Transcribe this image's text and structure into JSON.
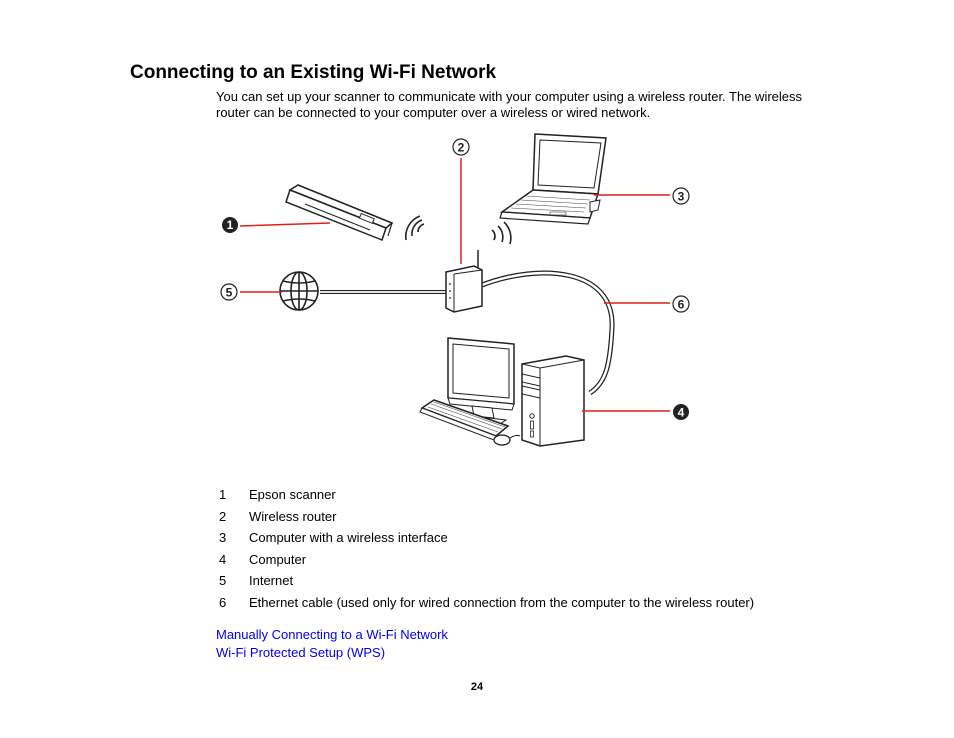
{
  "page": {
    "title": "Connecting to an Existing Wi-Fi Network",
    "intro": "You can set up your scanner to communicate with your computer using a wireless router. The wireless router can be connected to your computer over a wireless or wired network.",
    "page_number": "24"
  },
  "diagram": {
    "callouts": [
      "1",
      "2",
      "3",
      "4",
      "5",
      "6"
    ],
    "accent_color": "#e0201a"
  },
  "legend": [
    {
      "num": "1",
      "label": "Epson scanner"
    },
    {
      "num": "2",
      "label": "Wireless router"
    },
    {
      "num": "3",
      "label": "Computer with a wireless interface"
    },
    {
      "num": "4",
      "label": "Computer"
    },
    {
      "num": "5",
      "label": "Internet"
    },
    {
      "num": "6",
      "label": "Ethernet cable (used only for wired connection from the computer to the wireless router)"
    }
  ],
  "links": [
    {
      "label": "Manually Connecting to a Wi-Fi Network"
    },
    {
      "label": "Wi-Fi Protected Setup (WPS)"
    }
  ]
}
